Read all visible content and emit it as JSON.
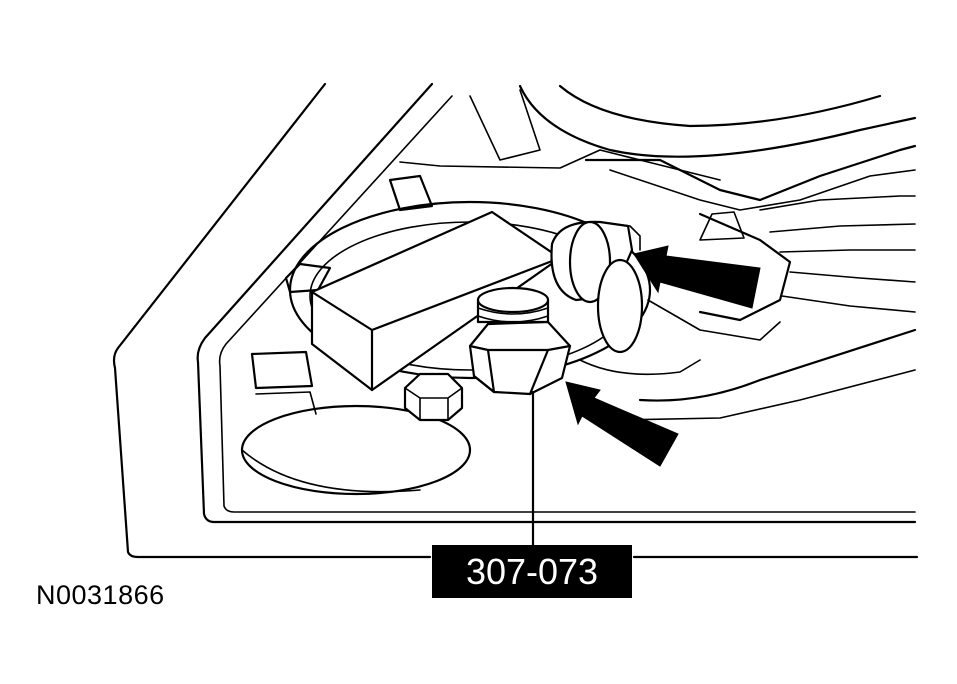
{
  "callout": {
    "label": "307-073"
  },
  "figure": {
    "id": "N0031866"
  },
  "colors": {
    "line": "#000000",
    "background": "#ffffff",
    "callout_bg": "#000000",
    "callout_text": "#ffffff"
  },
  "arrows": {
    "count": 2,
    "icon": "pointer-arrow-icon"
  }
}
